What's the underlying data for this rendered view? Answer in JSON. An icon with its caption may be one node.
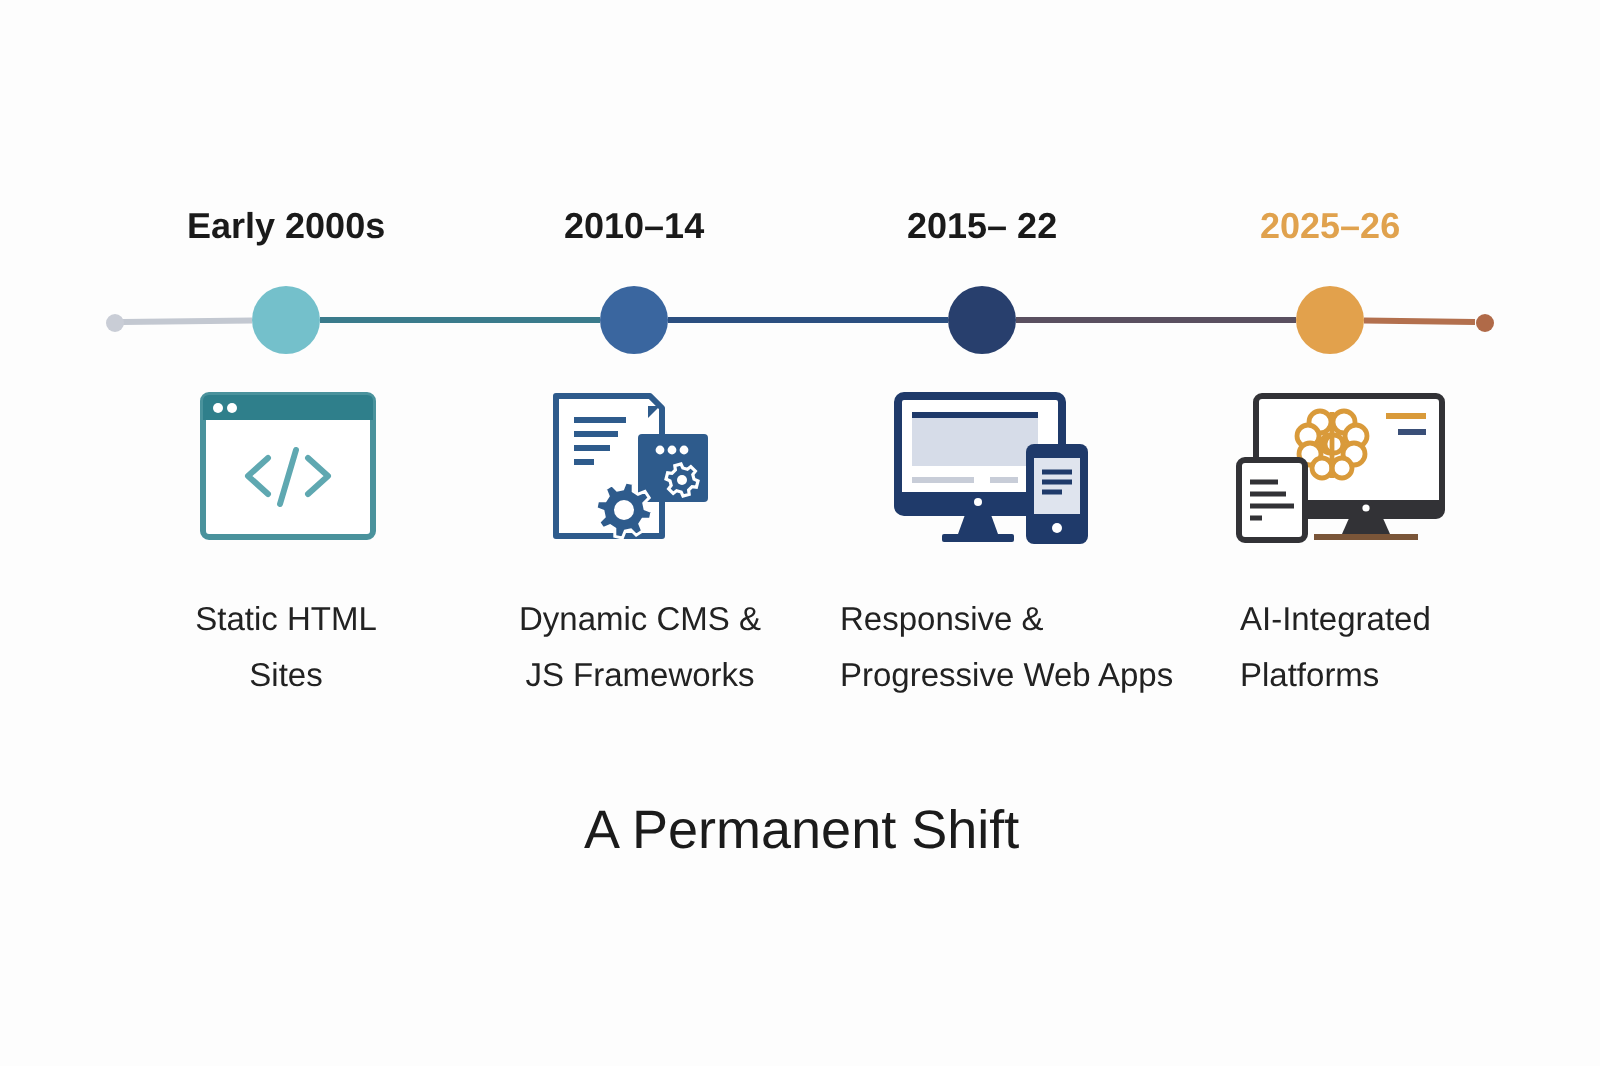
{
  "diagram": {
    "title": "A Permanent Shift",
    "nodes": [
      {
        "text": [],
        "shape": "circle"
      },
      {
        "text": [],
        "shape": "circle",
        "beside": [
          "Early 2000s"
        ]
      },
      {
        "text": [],
        "shape": "circle",
        "beside": [
          "2010–14"
        ]
      },
      {
        "text": [],
        "shape": "circle",
        "beside": [
          "2015– 22"
        ]
      },
      {
        "text": [],
        "shape": "circle",
        "beside": [
          "2025–26"
        ]
      },
      {
        "text": [],
        "shape": "circle"
      }
    ],
    "edges": [
      {
        "from": 0,
        "to": 1,
        "arrow": "none",
        "color": "#c3c8d1"
      },
      {
        "from": 1,
        "to": 2,
        "arrow": "none",
        "color": "#3b7b8c"
      },
      {
        "from": 2,
        "to": 3,
        "arrow": "none",
        "color": "#2b4f80"
      },
      {
        "from": 3,
        "to": 4,
        "arrow": "none",
        "color": "#5a5060"
      },
      {
        "from": 4,
        "to": 5,
        "arrow": "none",
        "color": "#b3704e"
      }
    ],
    "labels": [
      "Static HTML Sites",
      "Dynamic CMS & JS Frameworks",
      "Responsive & Progressive Web Apps",
      "AI-Integrated Platforms"
    ]
  }
}
